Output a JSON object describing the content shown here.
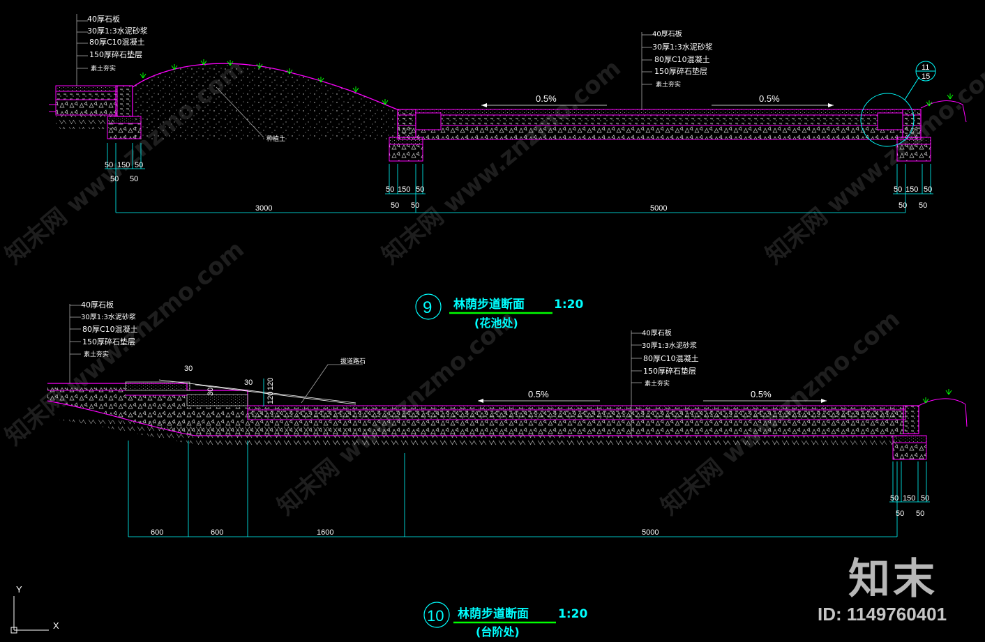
{
  "colors": {
    "outline": "#ff00ff",
    "dimension": "#00ffff",
    "leader": "#aaaaaa",
    "text": "#ffffff",
    "underline": "#00ff00",
    "plant": "#00ff00"
  },
  "section9": {
    "number": "9",
    "title": "林荫步道断面",
    "scale": "1:20",
    "subtitle": "(花池处)",
    "left_layers": [
      "40厚石板",
      "30厚1:3水泥砂浆",
      "80厚C10混凝土",
      "150厚碎石垫层",
      "素土夯实"
    ],
    "right_layers": [
      "40厚石板",
      "30厚1:3水泥砂浆",
      "80厚C10混凝土",
      "150厚碎石垫层",
      "素土夯实"
    ],
    "planting_soil": "种植土",
    "slope_left": "0.5%",
    "slope_right": "0.5%",
    "detail_top": "11",
    "detail_bottom": "15",
    "footing_dims_top": [
      "50",
      "150",
      "50"
    ],
    "footing_dims_bottom": [
      "50",
      "50"
    ],
    "span_dims": [
      "3000",
      "5000"
    ]
  },
  "section10": {
    "number": "10",
    "title": "林荫步道断面",
    "scale": "1:20",
    "subtitle": "(台阶处)",
    "left_layers": [
      "40厚石板",
      "30厚1:3水泥砂浆",
      "80厚C10混凝土",
      "150厚碎石垫层",
      "素土夯实"
    ],
    "right_layers": [
      "40厚石板",
      "30厚1:3水泥砂浆",
      "80厚C10混凝土",
      "150厚碎石垫层",
      "素土夯实"
    ],
    "step_stone": "拔道路石",
    "step_dims": [
      "30",
      "30",
      "120",
      "120",
      "30"
    ],
    "slope_left": "0.5%",
    "slope_right": "0.5%",
    "footing_dims_top": [
      "50",
      "150",
      "50"
    ],
    "footing_dims_bottom": [
      "50",
      "50"
    ],
    "span_dims": [
      "600",
      "600",
      "1600",
      "5000"
    ]
  },
  "axis": {
    "y": "Y",
    "x": "X"
  },
  "watermark": {
    "text": "知末网 www.znzmo.com",
    "logo": "知末",
    "id": "ID: 1149760401"
  }
}
